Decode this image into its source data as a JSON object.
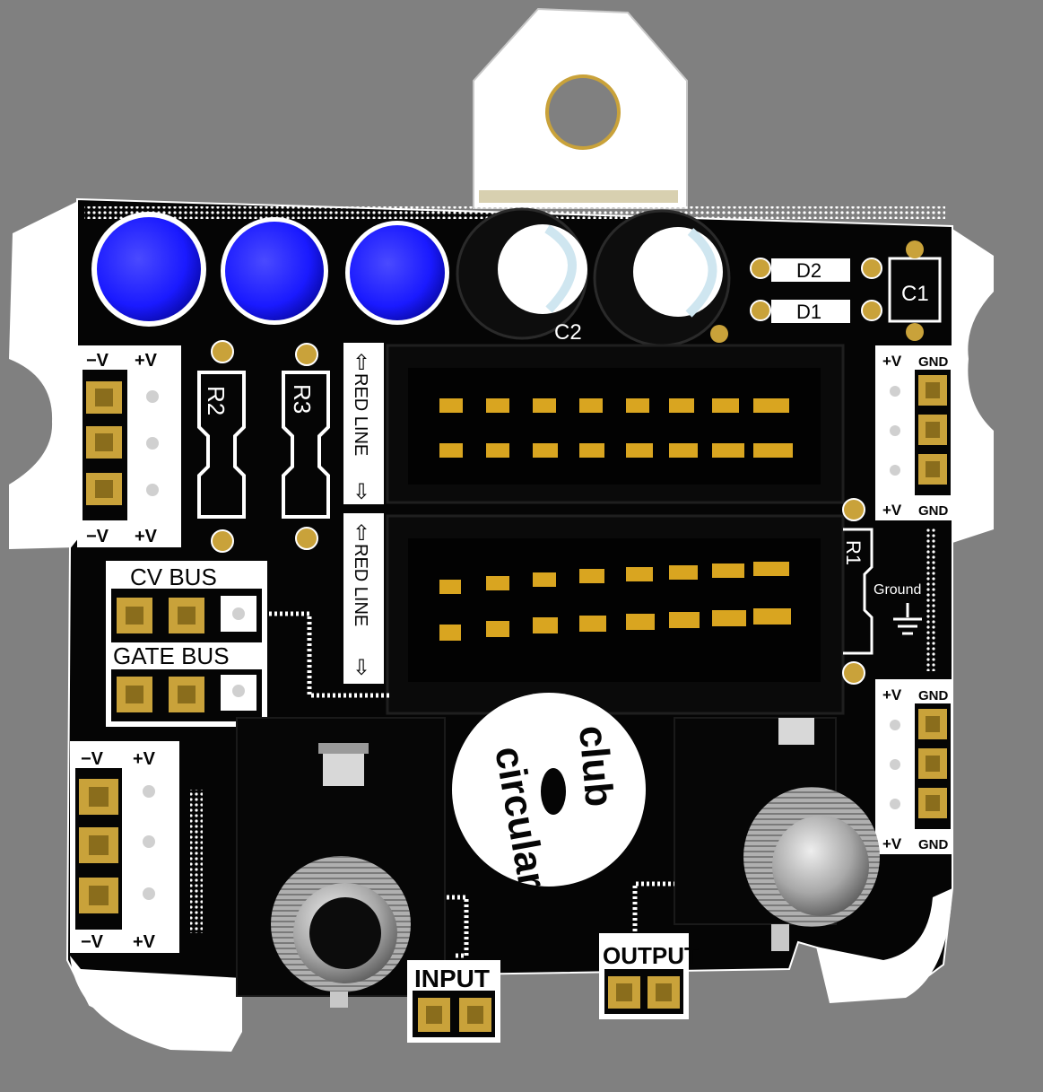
{
  "colors": {
    "background": "#808080",
    "board": "#050505",
    "silkscreen": "#ffffff",
    "gold": "#c9a23a",
    "led_blue": "#1a1aff",
    "header_body": "#0a0a0a",
    "jack_metal": "#b8b8b8"
  },
  "icons": [
    "mounting-hole-icon",
    "ground-symbol-icon",
    "logo-icon",
    "arrow-up-icon",
    "arrow-down-icon"
  ],
  "labels": {
    "rail_neg": "−V",
    "rail_pos": "+V",
    "gnd": "GND",
    "cv_bus": "CV BUS",
    "gate_bus": "GATE BUS",
    "red_line": "RED LINE",
    "r1": "R1",
    "r2": "R2",
    "r3": "R3",
    "d1": "D1",
    "d2": "D2",
    "c1": "C1",
    "c2": "C2",
    "ground": "Ground",
    "input": "INPUT",
    "output": "OUTPUT",
    "logo_line1": "circular",
    "logo_line2": "club"
  }
}
